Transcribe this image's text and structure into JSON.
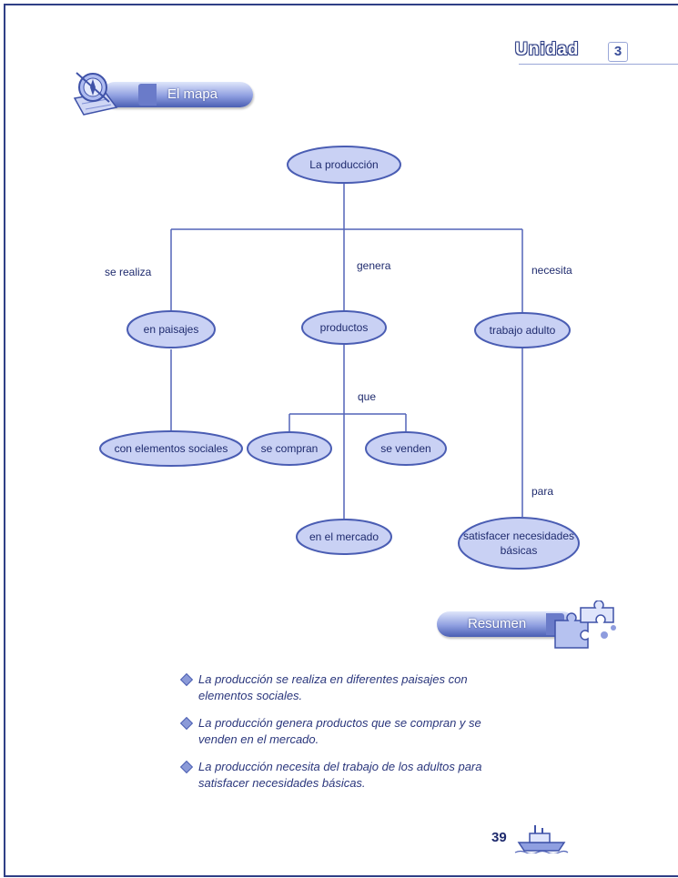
{
  "header": {
    "unit_label": "Unidad",
    "unit_number": "3"
  },
  "sections": {
    "map_title": "El mapa",
    "summary_title": "Resumen"
  },
  "concept_map": {
    "root": "La producción",
    "links": {
      "realiza": "se realiza",
      "genera": "genera",
      "necesita": "necesita",
      "que": "que",
      "para": "para"
    },
    "nodes": {
      "paisajes": "en paisajes",
      "productos": "productos",
      "trabajo": "trabajo adulto",
      "elementos": "con elementos sociales",
      "compran": "se compran",
      "venden": "se venden",
      "mercado": "en el mercado",
      "satisfacer_1": "satisfacer necesidades",
      "satisfacer_2": "básicas"
    }
  },
  "summary": [
    "La producción se realiza en diferentes paisajes con elementos sociales.",
    "La producción genera productos que se compran y se venden en el mercado.",
    "La producción necesita del trabajo de los adultos para satisfacer necesidades básicas."
  ],
  "footer": {
    "page_number": "39"
  },
  "colors": {
    "frame": "#2f3f86",
    "node_fill": "#c9d1f4",
    "node_border": "#4a5db3",
    "line": "#5264b8",
    "text": "#1f2b6e"
  }
}
